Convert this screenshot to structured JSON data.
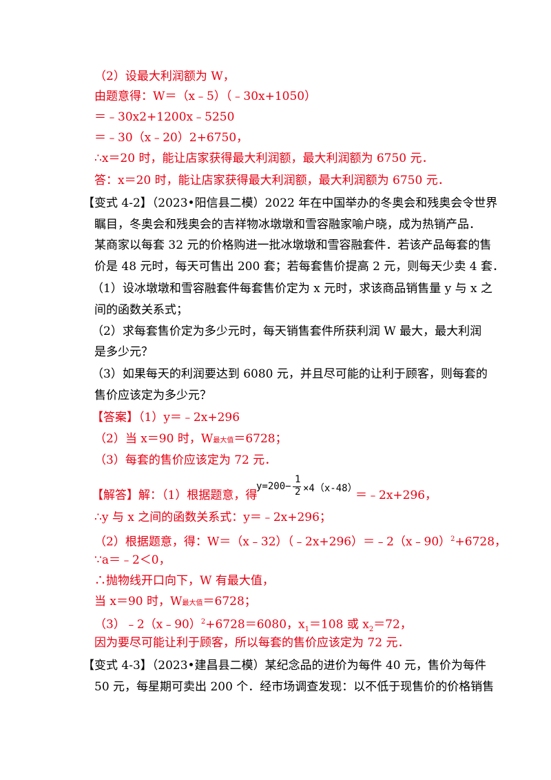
{
  "lines": {
    "l01": "（2）设最大利润额为 W，",
    "l02": "由题意得：W＝（x﹣5）（﹣30x+1050）",
    "l03": "＝﹣30x2+1200x﹣5250",
    "l04": "＝﹣30（x﹣20）2+6750，",
    "l05": "∴x＝20 时，能让店家获得最大利润额，最大利润额为 6750 元．",
    "l06": "答：x＝20 时，能让店家获得最大利润额，最大利润额为 6750 元．",
    "l07": "【变式 4-2】（2023•阳信县二模）2022 年在中国举办的冬奥会和残奥会令世界",
    "l08": "瞩目，冬奥会和残奥会的吉祥物冰墩墩和雪容融家喻户晓，成为热销产品．",
    "l09": "某商家以每套 32 元的价格购进一批冰墩墩和雪容融套件．若该产品每套的售",
    "l10": "价是 48 元时，每天可售出 200 套；若每套售价提高 2 元，则每天少卖 4 套．",
    "l11": "（1）设冰墩墩和雪容融套件每套售价定为 x 元时，求该商品销售量 y 与 x 之",
    "l12": "间的函数关系式；",
    "l13": "（2）求每套售价定为多少元时，每天销售套件所获利润 W 最大，最大利润",
    "l14": "是多少元？",
    "l15": "（3）如果每天的利润要达到 6080 元，并且尽可能的让利于顾客，则每套的",
    "l16": "售价应该定为多少元？",
    "l17": "【答案】（1）y＝﹣2x+296",
    "l18a": "（2）当 x＝90 时，W",
    "l18b": "最大值",
    "l18c": "＝6728；",
    "l19": "（3）每套的售价应该定为 72 元．",
    "l20a": "【解答】解：（1）根据题意，得",
    "l20b": "＝﹣2x+296，",
    "l21": "∴y 与 x 之间的函数关系式：y＝﹣2x+296；",
    "l22a": "（2）根据题意，得：W＝（x﹣32）（﹣2x+296）＝﹣2（x﹣90）",
    "l22b": "2",
    "l22c": "+6728，",
    "l23": "∵a＝﹣2＜0，",
    "l24": "∴抛物线开口向下，W 有最大值，",
    "l25a": "当 x＝90 时，W",
    "l25b": "最大值",
    "l25c": "＝6728；",
    "l26a": "（3）﹣2（x﹣90）",
    "l26b": "2",
    "l26c": "+6728＝6080，x",
    "l26d": "1",
    "l26e": "＝108 或 x",
    "l26f": "2",
    "l26g": "＝72，",
    "l27": "因为要尽可能让利于顾客，所以每套的售价应该定为 72 元．",
    "l28": "【变式 4-3】（2023•建昌县二模）某纪念品的进价为每件 40 元，售价为每件",
    "l29": "50 元，每星期可卖出 200 个．经市场调查发现：以不低于现售价的价格销售"
  },
  "formula": {
    "lhs": "y=200−",
    "num": "1",
    "den": "2",
    "rhs": "×4（x-48）"
  },
  "colors": {
    "red": "#e60012",
    "black": "#000000"
  }
}
